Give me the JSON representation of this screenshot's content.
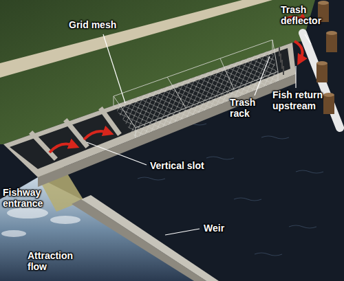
{
  "diagram": {
    "labels": [
      "Grid mesh",
      "Trash deflector",
      "Fish return upstream",
      "Trash rack",
      "Vertical slot",
      "Fishway entrance",
      "Weir",
      "Attraction flow"
    ]
  }
}
